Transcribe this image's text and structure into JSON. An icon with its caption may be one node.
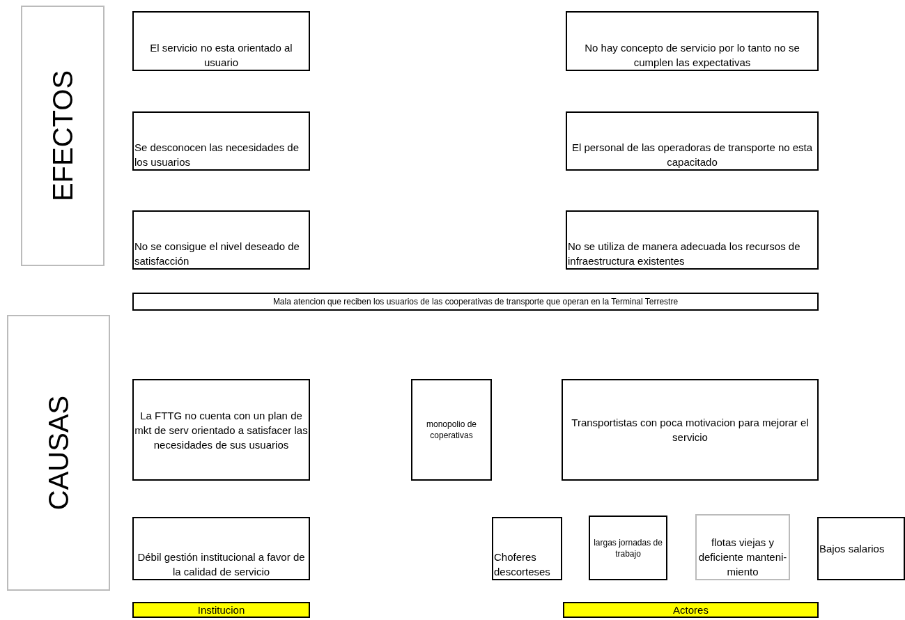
{
  "diagram": {
    "nodes": [
      {
        "text": [
          "EFECTOS"
        ]
      },
      {
        "text": [
          "El servicio no esta orientado al usuario"
        ]
      },
      {
        "text": [
          "No hay concepto de servicio por lo tanto no se cumplen las expectativas"
        ]
      },
      {
        "text": [
          "Se desconocen las necesidades de los usuarios"
        ]
      },
      {
        "text": [
          "El personal de las operadoras de transporte no esta capacitado"
        ]
      },
      {
        "text": [
          "No se consigue el nivel deseado de satisfacción"
        ]
      },
      {
        "text": [
          "No se utiliza de manera adecuada los recursos de infraestructura existentes"
        ]
      },
      {
        "text": [
          "Mala atencion que reciben los usuarios de las cooperativas de transporte que operan en la Terminal Terrestre"
        ]
      },
      {
        "text": [
          "CAUSAS"
        ]
      },
      {
        "text": [
          "La FTTG no cuenta con un plan de mkt de serv orientado a satisfacer las necesidades de sus usuarios"
        ]
      },
      {
        "text": [
          "monopolio de coperativas"
        ]
      },
      {
        "text": [
          "Transportistas con poca motivacion para mejorar el servicio"
        ]
      },
      {
        "text": [
          "Débil gestión institucional a favor de la calidad de servicio"
        ]
      },
      {
        "text": [
          "Choferes descorteses"
        ]
      },
      {
        "text": [
          "largas jornadas de trabajo"
        ]
      },
      {
        "text": [
          "flotas viejas y deficiente manteni- miento"
        ]
      },
      {
        "text": [
          "Bajos salarios"
        ]
      },
      {
        "text": [
          "Institucion"
        ]
      },
      {
        "text": [
          "Actores"
        ]
      }
    ]
  }
}
